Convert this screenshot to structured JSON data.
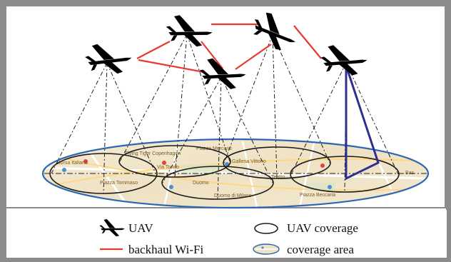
{
  "diagram": {
    "map_labels": [
      "Flying Tiger Copenhagen",
      "Piazza Mercanti",
      "Galleria Vittorio",
      "Borsa Italiana",
      "Piazza Tommaso",
      "Duomo",
      "Duomo di Milano",
      "Via Torino",
      "Piazza Beccaria",
      "Teatro",
      "Bas"
    ],
    "colors": {
      "frame_gray": "#8c8c8c",
      "backhaul_red": "#e8392f",
      "link_blue": "#2e2f8f",
      "coverage_outline": "#1c1c1c",
      "area_fill": "#f0e6cf",
      "area_outline": "#2b66b3",
      "uav_black": "#000000"
    },
    "legend": {
      "uav": "UAV",
      "backhaul": "backhaul Wi-Fi",
      "coverage": "UAV coverage",
      "area": "coverage area"
    },
    "icons": {
      "uav": "uav-drone-icon",
      "coverage": "ellipse-outline-icon",
      "area": "map-ellipse-icon"
    }
  }
}
